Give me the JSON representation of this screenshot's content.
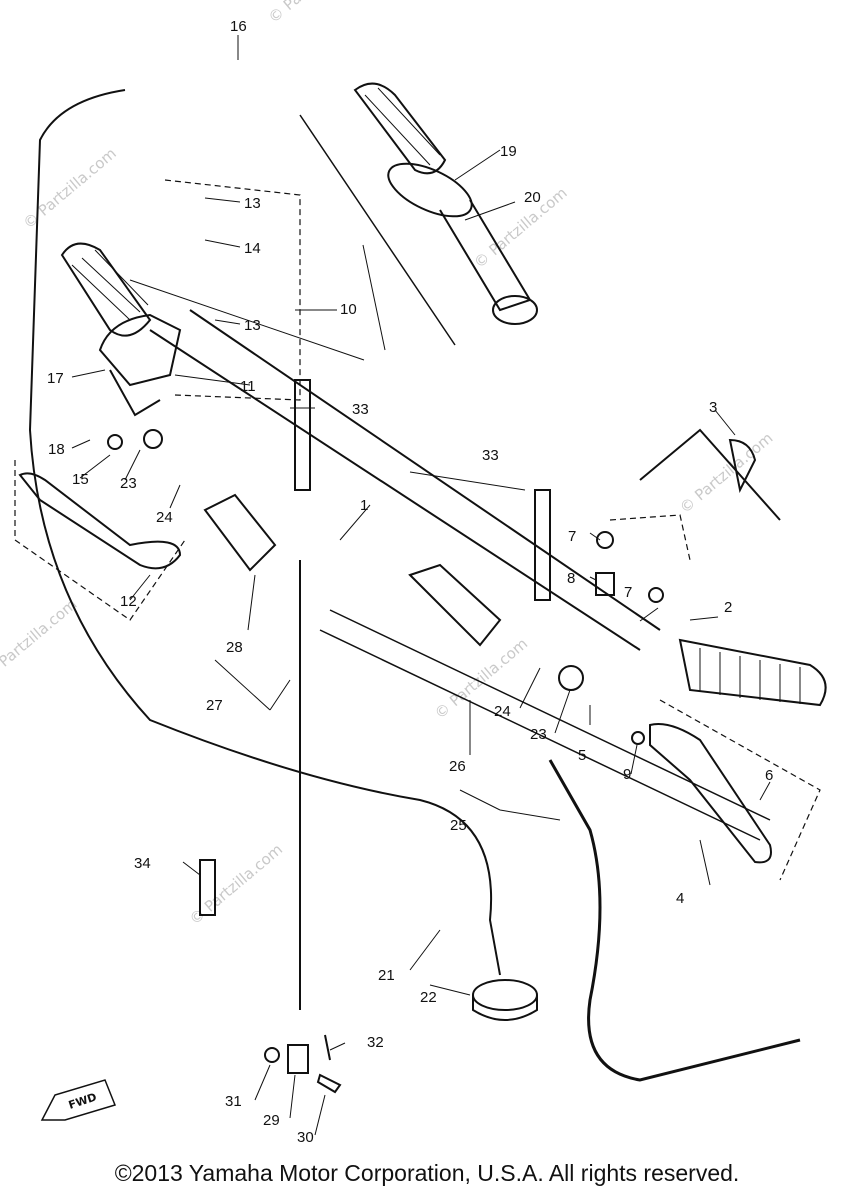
{
  "callouts": {
    "c1": "1",
    "c2": "2",
    "c3": "3",
    "c4": "4",
    "c5": "5",
    "c6": "6",
    "c7a": "7",
    "c7b": "7",
    "c8": "8",
    "c9": "9",
    "c10": "10",
    "c11": "11",
    "c12": "12",
    "c13a": "13",
    "c13b": "13",
    "c14": "14",
    "c15": "15",
    "c16": "16",
    "c17": "17",
    "c18": "18",
    "c19": "19",
    "c20": "20",
    "c21": "21",
    "c22": "22",
    "c23a": "23",
    "c23b": "23",
    "c24a": "24",
    "c24b": "24",
    "c25": "25",
    "c26": "26",
    "c27": "27",
    "c28": "28",
    "c29": "29",
    "c30": "30",
    "c31": "31",
    "c32": "32",
    "c33a": "33",
    "c33b": "33",
    "c34": "34"
  },
  "fwd_label": "FWD",
  "watermark": "© Partzilla.com",
  "copyright": "©2013 Yamaha Motor Corporation, U.S.A. All rights reserved."
}
